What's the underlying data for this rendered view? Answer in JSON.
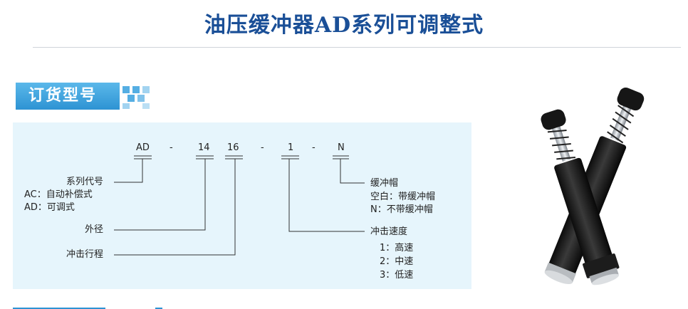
{
  "title": "油压缓冲器AD系列可调整式",
  "section_tab": "订货型号",
  "model_code": {
    "parts": [
      "AD",
      "14",
      "16",
      "1",
      "N"
    ],
    "separators": [
      "-",
      "-",
      "-",
      "-"
    ]
  },
  "legend": {
    "series": {
      "heading": "系列代号",
      "items": [
        "AC：自动补偿式",
        "AD：可调式"
      ]
    },
    "outer_diameter": "外径",
    "stroke": "冲击行程",
    "cap": {
      "heading": "缓冲帽",
      "items": [
        "空白：带缓冲帽",
        "N：不带缓冲帽"
      ]
    },
    "speed": {
      "heading": "冲击速度",
      "items": [
        "1：高速",
        "2：中速",
        "3：低速"
      ]
    }
  },
  "product_image": {
    "icon": "hydraulic-shock-absorber-photo"
  },
  "colors": {
    "title": "#1a4f97",
    "tab": "#2d93d3",
    "panel": "#e6f5fc"
  }
}
